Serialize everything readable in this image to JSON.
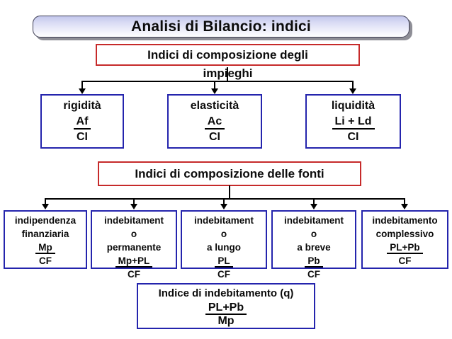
{
  "slide": {
    "title": "Analisi di Bilancio: indici"
  },
  "impieghi_section": {
    "header_line1": "Indici di composizione degli",
    "header_line2": "impieghi",
    "boxes": [
      {
        "name": "rigidità",
        "numerator": "Af",
        "denominator": "CI"
      },
      {
        "name": "elasticità",
        "numerator": "Ac",
        "denominator": "CI"
      },
      {
        "name": "liquidità",
        "numerator": "Li + Ld",
        "denominator": "CI"
      }
    ]
  },
  "fonti_section": {
    "header": "Indici di composizione delle fonti",
    "boxes": [
      {
        "name": "indipendenza\nfinanziaria",
        "numerator": "Mp",
        "denominator": "CF"
      },
      {
        "name": "indebitament\no\npermanente",
        "numerator": "Mp+PL",
        "denominator": "CF"
      },
      {
        "name": "indebitament\no\na lungo",
        "numerator": "PL",
        "denominator": "CF"
      },
      {
        "name": "indebitament\no\na breve",
        "numerator": "Pb",
        "denominator": "CF"
      },
      {
        "name": "indebitamento\ncomplessivo",
        "numerator": "PL+Pb",
        "denominator": "CF"
      }
    ]
  },
  "q_box": {
    "title": "Indice di indebitamento (q)",
    "numerator": "PL+Pb",
    "denominator": "Mp"
  },
  "colors": {
    "red_border": "#c62a2a",
    "blue_border": "#2424ad",
    "connector": "#000000",
    "title_gradient_top": "#c3c7ec",
    "title_shadow": "#8e8e96"
  }
}
